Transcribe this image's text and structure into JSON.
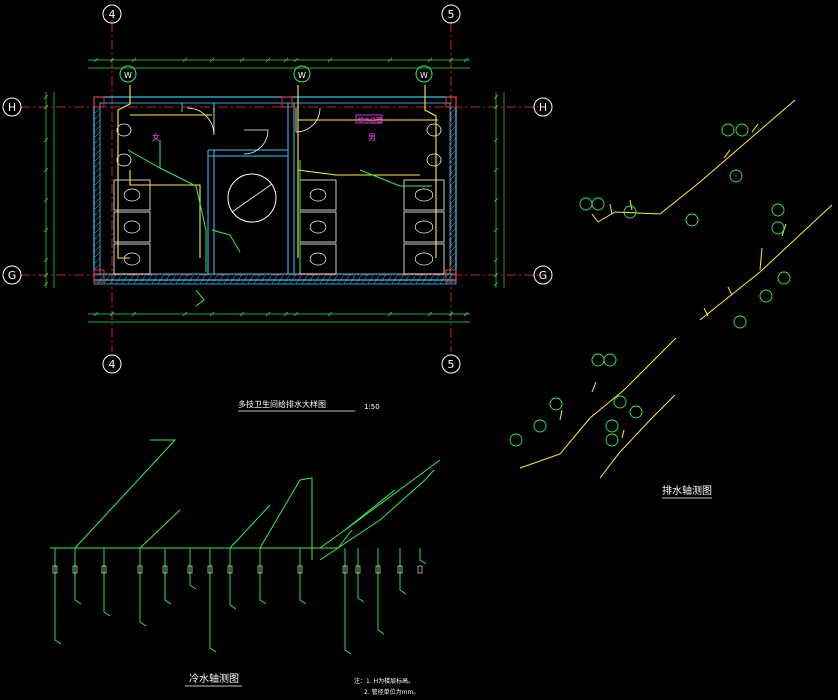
{
  "drawing": {
    "background": "#000000",
    "colors": {
      "axis": "#ffffff",
      "grid_line": "#ff2a2a",
      "dimension": "#2ee04a",
      "wall": "#34c8ff",
      "pipe_yellow": "#ffee33",
      "pipe_green": "#33ee55",
      "tag_magenta": "#ff44ff",
      "bubble": "#33ee55",
      "text": "#ffffff"
    },
    "axes": {
      "top_left": "4",
      "top_right": "5",
      "bottom_left": "4",
      "bottom_right": "5",
      "left_top": "H",
      "left_bottom": "G",
      "right_top": "H",
      "right_bottom": "G"
    },
    "riser_labels": [
      "W",
      "W",
      "W"
    ],
    "plan": {
      "title": "多技卫生间给排水大样图",
      "scale": "1:50",
      "room_tags": [
        "女",
        "男"
      ],
      "room_tag_boxes": [
        "给水总管"
      ]
    },
    "drainage": {
      "title": "排水轴测图"
    },
    "cold_water": {
      "title": "冷水轴测图"
    },
    "notes": [
      "注：1. H为楼层标高。",
      "2. 管径单位为mm。"
    ]
  }
}
